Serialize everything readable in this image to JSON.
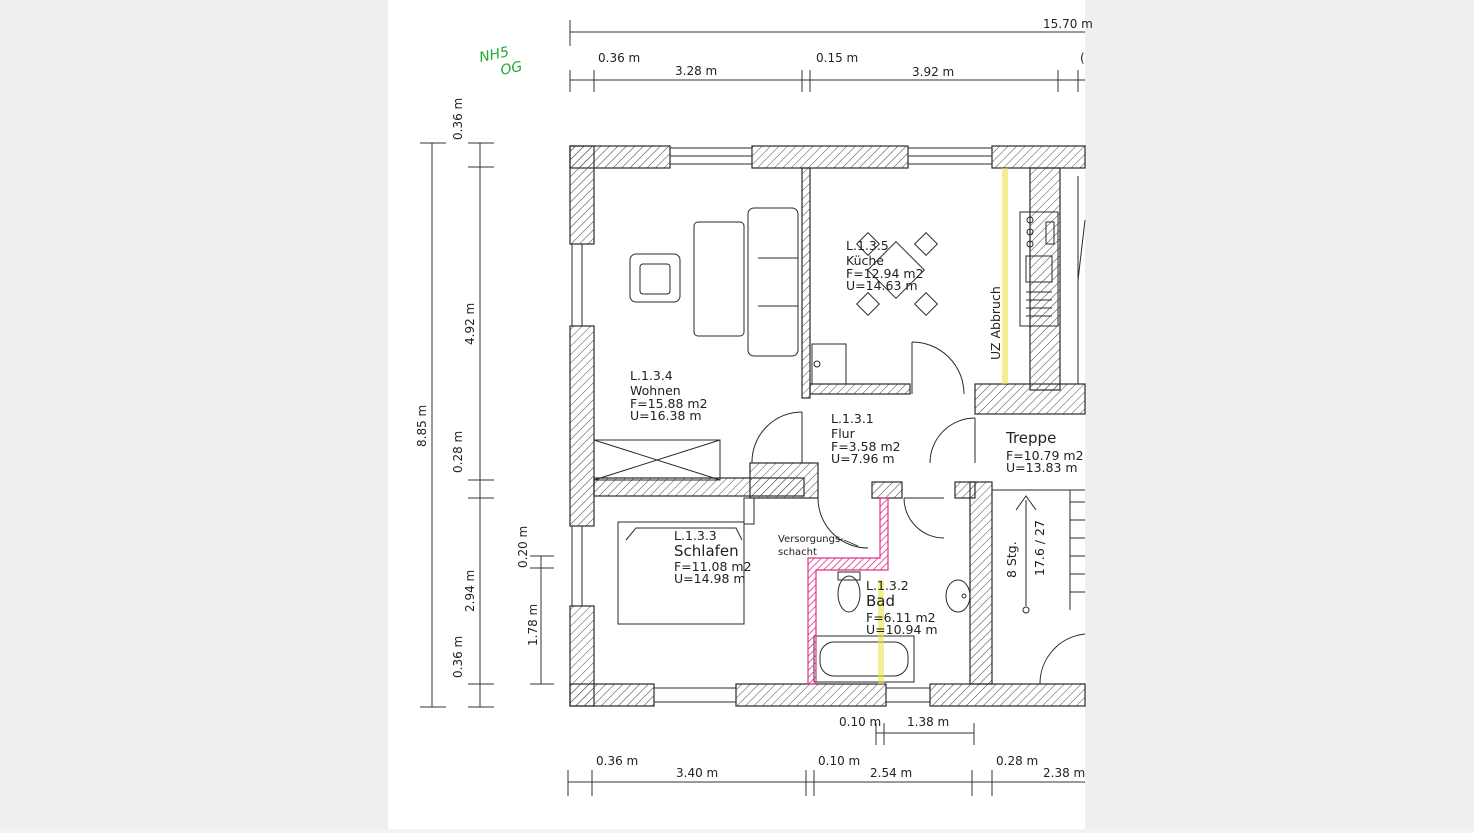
{
  "note": [
    "NH5",
    "OG"
  ],
  "dims_top": {
    "overall": "15.70 m",
    "row1": [
      "0.36 m",
      "0.15 m"
    ],
    "row2": [
      "3.28 m",
      "3.92 m"
    ]
  },
  "dims_left": [
    "0.36 m",
    "4.92 m",
    "0.28 m",
    "2.94 m",
    "0.36 m",
    "8.85 m",
    "0.20 m",
    "1.78 m"
  ],
  "dims_bottom": {
    "row1": [
      "0.10 m",
      "1.38 m"
    ],
    "row2": [
      "0.36 m",
      "0.10 m",
      "0.28 m"
    ],
    "row3": [
      "3.40 m",
      "2.54 m",
      "2.38 m"
    ]
  },
  "rooms": {
    "wohnen": {
      "id": "L.1.3.4",
      "name": "Wohnen",
      "area": "F=15.88  m2",
      "perimeter": "U=16.38  m"
    },
    "kueche": {
      "id": "L.1.3.5",
      "name": "Küche",
      "area": "F=12.94  m2",
      "perimeter": "U=14.63  m"
    },
    "flur": {
      "id": "L.1.3.1",
      "name": "Flur",
      "area": "F=3.58  m2",
      "perimeter": "U=7.96  m"
    },
    "treppe": {
      "name": "Treppe",
      "area": "F=10.79  m2",
      "perimeter": "U=13.83  m"
    },
    "schlafen": {
      "id": "L.1.3.3",
      "name": "Schlafen",
      "area": "F=11.08  m2",
      "perimeter": "U=14.98  m"
    },
    "bad": {
      "id": "L.1.3.2",
      "name": "Bad",
      "area": "F=6.11  m2",
      "perimeter": "U=10.94  m"
    }
  },
  "labels": {
    "shaft": [
      "Versorgungs-",
      "schacht"
    ],
    "abbruch": "UZ  Abbruch",
    "stairs": [
      "8  Stg.",
      "17.6 / 27"
    ]
  },
  "colors": {
    "line": "#2a2a2a",
    "hatch": "#444444",
    "note_green": "#22aa33",
    "shaft_magenta": "#e0308a",
    "highlight_yellow": "#e8e23a"
  }
}
